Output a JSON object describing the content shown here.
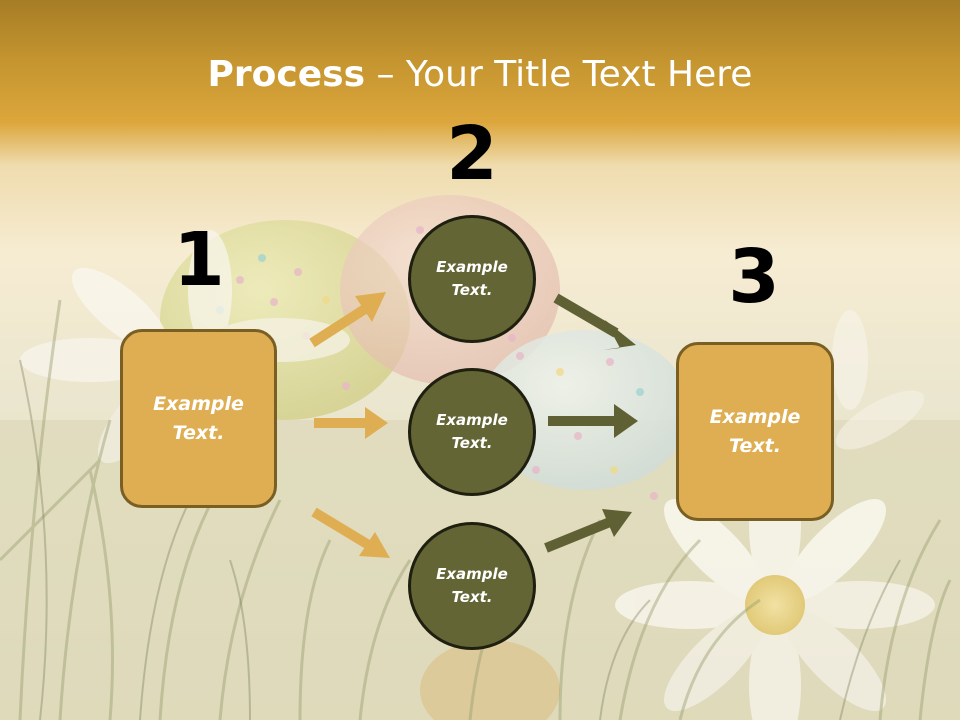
{
  "slide": {
    "title_bold": "Process",
    "title_rest": " – Your Title Text Here"
  },
  "steps": {
    "num1": "1",
    "num2": "2",
    "num3": "3"
  },
  "left_box": {
    "label": "Example\nText."
  },
  "circles": [
    {
      "label": "Example\nText."
    },
    {
      "label": "Example\nText."
    },
    {
      "label": "Example\nText."
    }
  ],
  "right_box": {
    "label": "Example\nText."
  },
  "colors": {
    "header": "#c99a35",
    "box_fill": "#dfae52",
    "box_border": "#7a5f24",
    "circle_fill": "#636535",
    "left_arrow": "#dfae52",
    "right_arrow": "#5f6033"
  }
}
